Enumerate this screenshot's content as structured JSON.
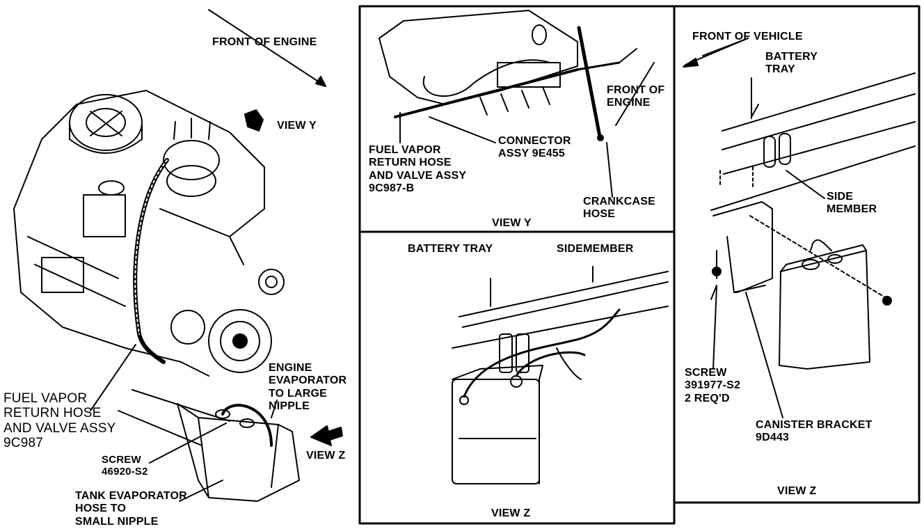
{
  "engine_view": {
    "front_of_engine": "FRONT OF ENGINE",
    "view_y": "VIEW Y",
    "view_z": "VIEW Z",
    "engine_evap_hose": "ENGINE\nEVAPORATOR\nTO LARGE\nNIPPLE",
    "fuel_vapor_return": "FUEL VAPOR\nRETURN HOSE\nAND VALVE ASSY\n9C987",
    "screw": "SCREW\n46920-S2",
    "tank_evap_hose": "TANK EVAPORATOR\nHOSE TO\nSMALL NIPPLE"
  },
  "view_y_panel": {
    "caption": "VIEW Y",
    "front_of_engine": "FRONT OF\nENGINE",
    "connector": "CONNECTOR\nASSY 9E455",
    "fuel_vapor_return": "FUEL VAPOR\nRETURN HOSE\nAND VALVE ASSY\n9C987-B",
    "crankcase_hose": "CRANKCASE\nHOSE"
  },
  "view_z_center_panel": {
    "caption": "VIEW Z",
    "battery_tray": "BATTERY TRAY",
    "sidemember": "SIDEMEMBER"
  },
  "view_z_right_panel": {
    "caption": "VIEW Z",
    "front_of_vehicle": "FRONT OF VEHICLE",
    "battery_tray": "BATTERY\nTRAY",
    "side_member": "SIDE\nMEMBER",
    "screw": "SCREW\n391977-S2\n2 REQ'D",
    "canister_bracket": "CANISTER BRACKET\n9D443"
  }
}
